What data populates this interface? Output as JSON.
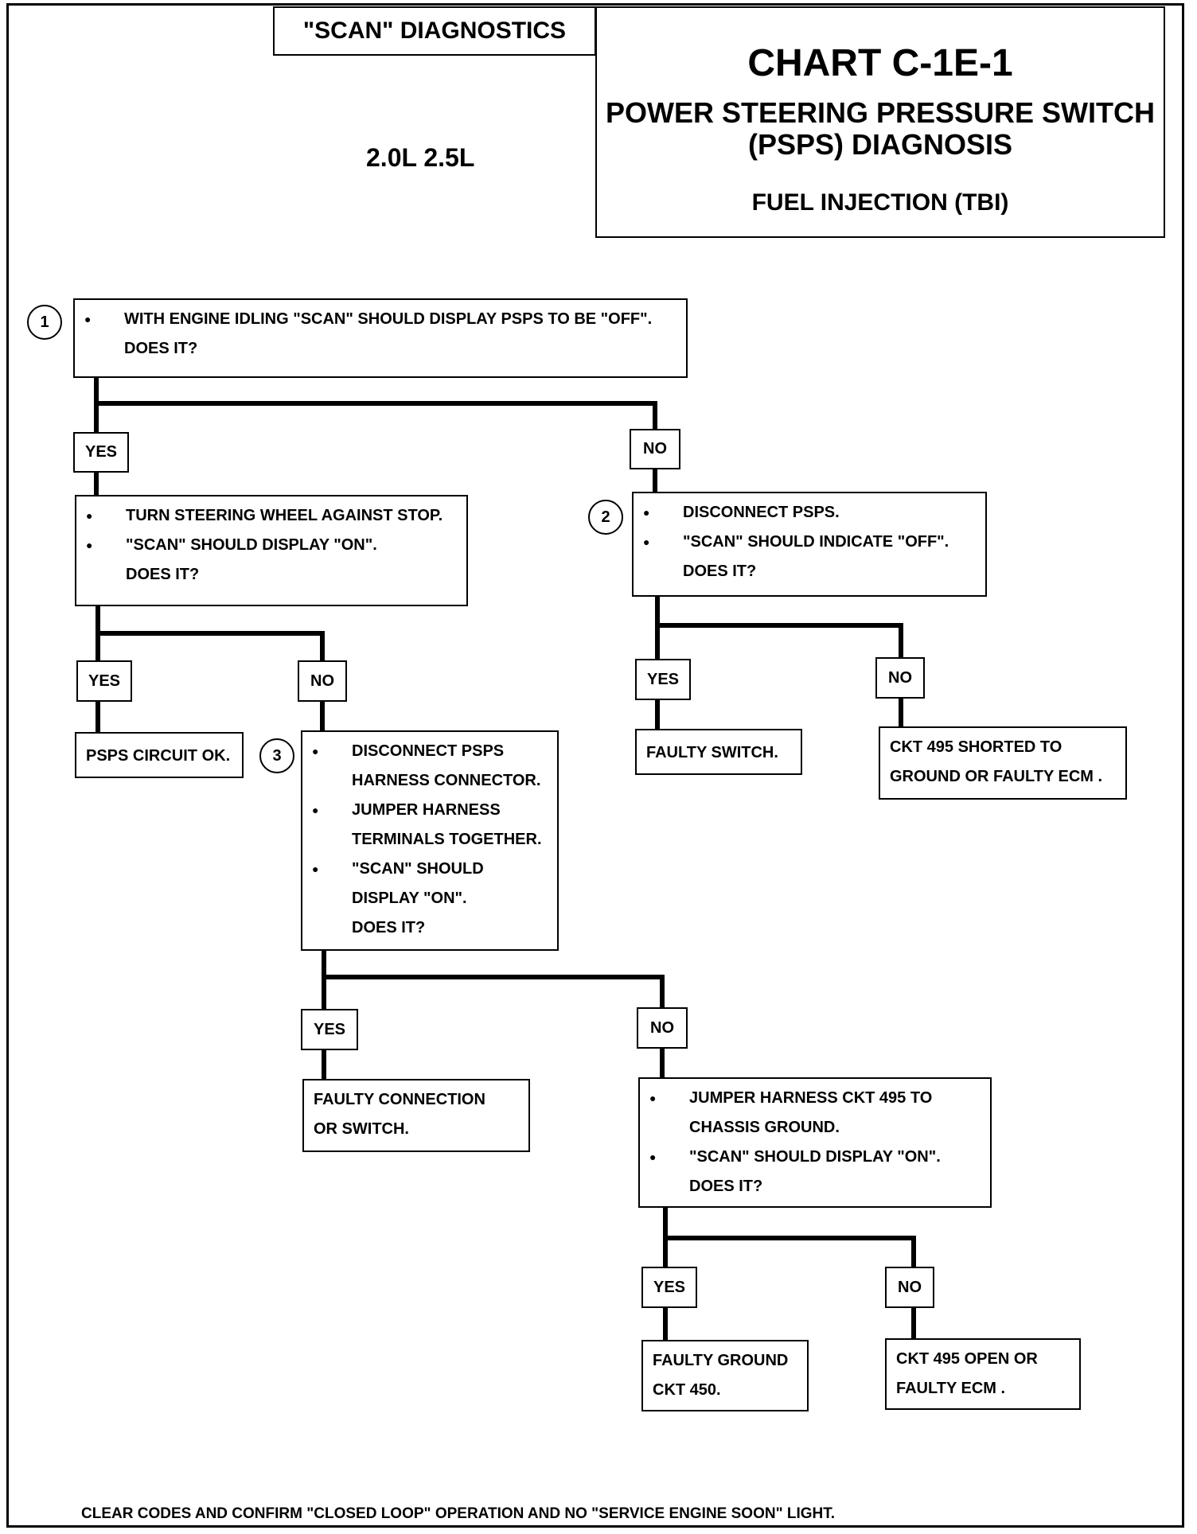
{
  "header": {
    "scan_tab": "\"SCAN\" DIAGNOSTICS",
    "chart_id": "CHART C-1E-1",
    "chart_title_line1": "POWER STEERING PRESSURE SWITCH",
    "chart_title_line2": "(PSPS) DIAGNOSIS",
    "subtitle": "FUEL INJECTION (TBI)",
    "engines": "2.0L 2.5L"
  },
  "labels": {
    "yes": "YES",
    "no": "NO"
  },
  "steps": {
    "step1": {
      "number": "1",
      "bullets": [
        "WITH ENGINE IDLING \"SCAN\" SHOULD DISPLAY PSPS TO BE \"OFF\"."
      ],
      "question": "DOES IT?"
    },
    "step_yes1": {
      "bullets": [
        "TURN STEERING WHEEL AGAINST STOP.",
        "\"SCAN\" SHOULD DISPLAY \"ON\"."
      ],
      "question": "DOES IT?"
    },
    "step2": {
      "number": "2",
      "bullets": [
        "DISCONNECT PSPS.",
        "\"SCAN\" SHOULD INDICATE  \"OFF\"."
      ],
      "question": "DOES IT?"
    },
    "step3": {
      "number": "3",
      "b1_line1": "DISCONNECT PSPS",
      "b1_line2": "HARNESS CONNECTOR.",
      "b2_line1": "JUMPER HARNESS",
      "b2_line2": "TERMINALS TOGETHER.",
      "b3_line1": "\"SCAN\" SHOULD",
      "b3_line2": "DISPLAY \"ON\".",
      "question": "DOES IT?"
    },
    "step4": {
      "b1_line1": "JUMPER HARNESS CKT 495 TO",
      "b1_line2": "CHASSIS GROUND.",
      "b2_line1": "\"SCAN\" SHOULD DISPLAY \"ON\".",
      "question": "DOES IT?"
    }
  },
  "results": {
    "circuit_ok": "PSPS CIRCUIT OK.",
    "faulty_switch": "FAULTY SWITCH.",
    "ckt495_short_l1": "CKT 495 SHORTED TO",
    "ckt495_short_l2": "GROUND OR FAULTY ECM .",
    "faulty_conn_l1": "FAULTY CONNECTION",
    "faulty_conn_l2": "OR  SWITCH.",
    "faulty_ground_l1": "FAULTY GROUND",
    "faulty_ground_l2": "CKT  450.",
    "ckt495_open_l1": "CKT 495 OPEN OR",
    "ckt495_open_l2": "FAULTY ECM ."
  },
  "footer": "CLEAR CODES AND CONFIRM \"CLOSED LOOP\"  OPERATION AND NO \"SERVICE ENGINE SOON\" LIGHT."
}
